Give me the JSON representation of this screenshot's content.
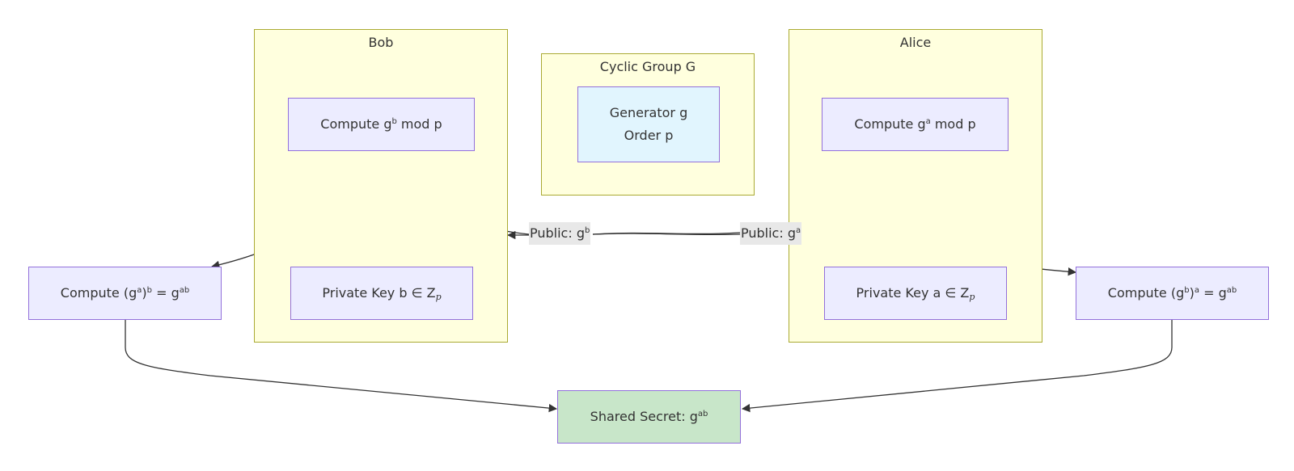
{
  "diagram": {
    "type": "flowchart",
    "title": "Diffie-Hellman Key Exchange"
  },
  "clusters": {
    "bob": {
      "title": "Bob"
    },
    "group": {
      "title": "Cyclic Group G"
    },
    "alice": {
      "title": "Alice"
    }
  },
  "nodes": {
    "bob_compute": {
      "text": "Compute g",
      "sup": "b",
      "tail": " mod p"
    },
    "bob_private": {
      "text": "Private Key b ∈ Z",
      "sub": "p"
    },
    "alice_compute": {
      "text": "Compute g",
      "sup": "a",
      "tail": " mod p"
    },
    "alice_private": {
      "text": "Private Key a ∈ Z",
      "sub": "p"
    },
    "generator": {
      "line1": "Generator g",
      "line2": "Order p"
    },
    "bob_shared": {
      "pre": "Compute (g",
      "sup1": "a",
      "mid": ")",
      "sup2": "b",
      "eq": " = g",
      "sup3": "ab"
    },
    "alice_shared": {
      "pre": "Compute (g",
      "sup1": "b",
      "mid": ")",
      "sup2": "a",
      "eq": " = g",
      "sup3": "ab"
    },
    "secret": {
      "text": "Shared Secret: g",
      "sup": "ab"
    }
  },
  "edges": {
    "public_b": {
      "text": "Public: g",
      "sup": "b"
    },
    "public_a": {
      "text": "Public: g",
      "sup": "a"
    }
  },
  "colors": {
    "cluster_fill": "#ffffde",
    "cluster_stroke": "#aaaa33",
    "node_fill": "#ececff",
    "node_stroke": "#9370db",
    "generator_fill": "#e1f5fe",
    "secret_fill": "#c8e6c9",
    "edge_label_bg": "#e8e8e8",
    "edge_stroke": "#333333"
  }
}
